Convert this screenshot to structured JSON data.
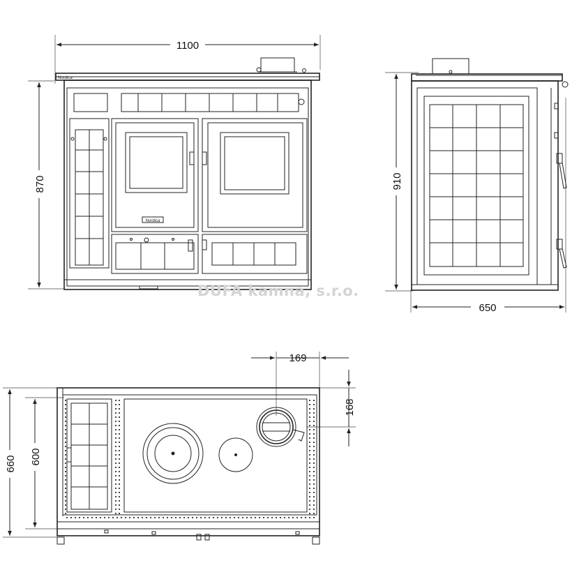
{
  "front_view": {
    "width_label": "1100",
    "height_label": "870",
    "logo_text": "Nordica",
    "door_badge_text": "Nordica"
  },
  "side_view": {
    "height_label": "910",
    "depth_label": "650"
  },
  "top_view": {
    "depth_outer_label": "660",
    "depth_inner_label": "600",
    "flue_offset_x_label": "169",
    "flue_offset_y_label": "168"
  },
  "watermark": "DUFA kamna, s.r.o."
}
